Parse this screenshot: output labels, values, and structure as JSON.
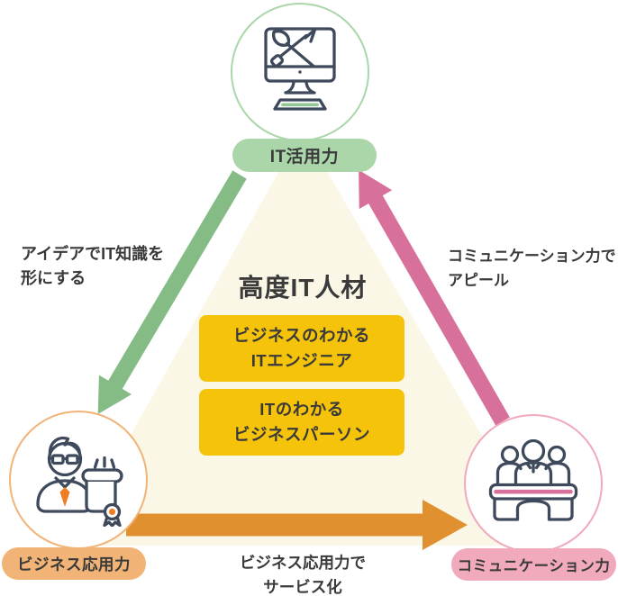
{
  "colors": {
    "background": "#FFFFFF",
    "triangle_fill": "#FBF7E6",
    "green": "#85BB85",
    "green_light": "#AAD6AA",
    "orange": "#E1902F",
    "orange_light": "#F2B377",
    "pink": "#D7709A",
    "pink_light": "#F1A9BC",
    "yellow": "#F6C30B",
    "text": "#3A3A3A",
    "icon_stroke": "#3E4A5C",
    "icon_accent_orange": "#EE7D23",
    "icon_accent_green": "#93C693"
  },
  "center": {
    "title": "高度IT人材",
    "boxes": [
      {
        "line1": "ビジネスのわかる",
        "line2": "ITエンジニア"
      },
      {
        "line1": "ITのわかる",
        "line2": "ビジネスパーソン"
      }
    ]
  },
  "nodes": {
    "top": {
      "label": "IT活用力",
      "icon": "design-monitor-icon"
    },
    "left": {
      "label": "ビジネス応用力",
      "icon": "businessman-certificate-icon"
    },
    "right": {
      "label": "コミュニケーション力",
      "icon": "meeting-people-icon"
    }
  },
  "edges": {
    "left": {
      "line1": "アイデアでIT知識を",
      "line2": "形にする"
    },
    "right": {
      "line1": "コミュニケーション力で",
      "line2": "アピール"
    },
    "bottom": {
      "line1": "ビジネス応用力で",
      "line2": "サービス化"
    }
  }
}
